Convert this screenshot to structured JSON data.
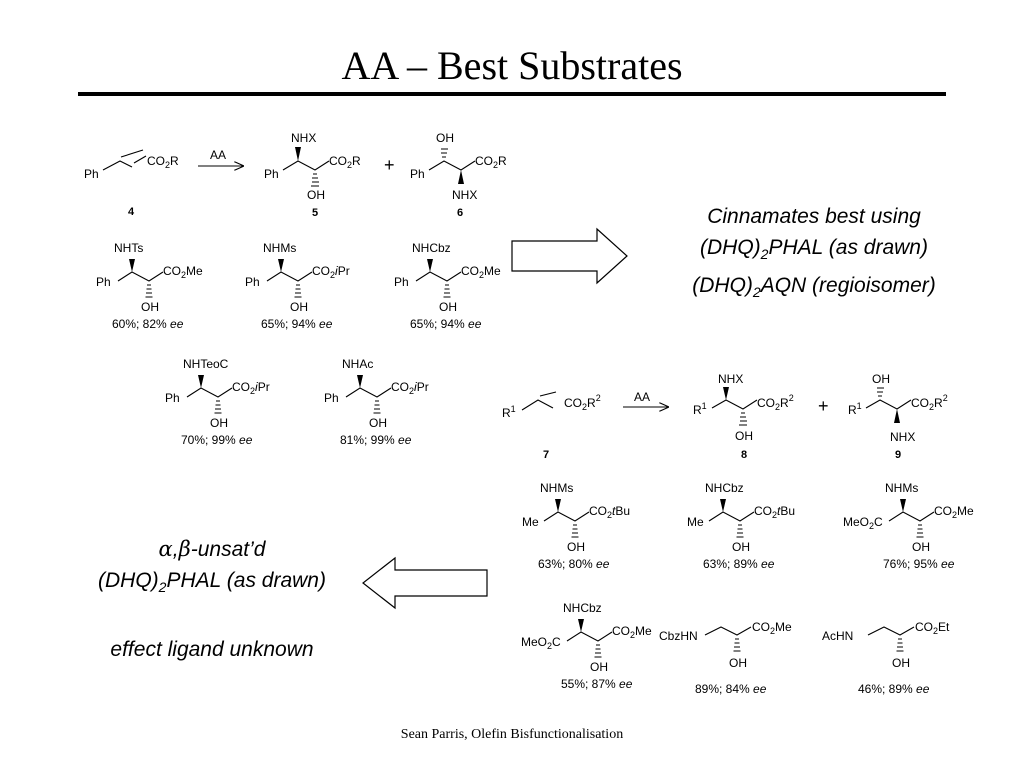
{
  "slide": {
    "title": "AA – Best Substrates",
    "footer": "Sean Parris, Olefin Bisfunctionalisation"
  },
  "note_right": {
    "line1": "Cinnamates best using",
    "line2_prefix": "(DHQ)",
    "line2_sub": "2",
    "line2_suffix": "PHAL (as drawn)",
    "line3_prefix": "(DHQ)",
    "line3_sub": "2",
    "line3_suffix": "AQN (regioisomer)"
  },
  "note_left": {
    "alpha": "α",
    "beta": "β",
    "line1_suffix": "-unsat’d",
    "line2_prefix": "(DHQ)",
    "line2_sub": "2",
    "line2_suffix": "PHAL (as drawn)",
    "line3": "effect ligand unknown"
  },
  "scheme1": {
    "reagent": "AA",
    "plus": "+",
    "sm": {
      "ph": "Ph",
      "ester_a": "CO",
      "ester_sub": "2",
      "ester_b": "R",
      "number": "4"
    },
    "p5": {
      "top": "NHX",
      "ph": "Ph",
      "ester_a": "CO",
      "ester_sub": "2",
      "ester_b": "R",
      "bottom": "OH",
      "number": "5"
    },
    "p6": {
      "top": "OH",
      "ph": "Ph",
      "ester_a": "CO",
      "ester_sub": "2",
      "ester_b": "R",
      "bottom": "NHX",
      "number": "6"
    }
  },
  "examples1": [
    {
      "top": "NHTs",
      "left": "Ph",
      "ester_a": "CO",
      "ester_sub": "2",
      "ester_b": "Me",
      "ester_b_italic": "",
      "bottom": "OH",
      "yield": "60%; 82%",
      "ee": "ee"
    },
    {
      "top": "NHMs",
      "left": "Ph",
      "ester_a": "CO",
      "ester_sub": "2",
      "ester_b": "Pr",
      "ester_b_italic": "i",
      "bottom": "OH",
      "yield": "65%; 94%",
      "ee": "ee"
    },
    {
      "top": "NHCbz",
      "left": "Ph",
      "ester_a": "CO",
      "ester_sub": "2",
      "ester_b": "Me",
      "ester_b_italic": "",
      "bottom": "OH",
      "yield": "65%; 94%",
      "ee": "ee"
    },
    {
      "top": "NHTeoC",
      "left": "Ph",
      "ester_a": "CO",
      "ester_sub": "2",
      "ester_b": "Pr",
      "ester_b_italic": "i",
      "bottom": "OH",
      "yield": "70%; 99%",
      "ee": "ee"
    },
    {
      "top": "NHAc",
      "left": "Ph",
      "ester_a": "CO",
      "ester_sub": "2",
      "ester_b": "Pr",
      "ester_b_italic": "i",
      "bottom": "OH",
      "yield": "81%; 99%",
      "ee": "ee"
    }
  ],
  "scheme2": {
    "reagent": "AA",
    "plus": "+",
    "sm": {
      "r1": "R",
      "r1_sup": "1",
      "ester_a": "CO",
      "ester_sub": "2",
      "ester_b": "R",
      "ester_sup": "2",
      "number": "7"
    },
    "p8": {
      "top": "NHX",
      "r1": "R",
      "r1_sup": "1",
      "ester_a": "CO",
      "ester_sub": "2",
      "ester_b": "R",
      "ester_sup": "2",
      "bottom": "OH",
      "number": "8"
    },
    "p9": {
      "top": "OH",
      "r1": "R",
      "r1_sup": "1",
      "ester_a": "CO",
      "ester_sub": "2",
      "ester_b": "R",
      "ester_sup": "2",
      "bottom": "NHX",
      "number": "9"
    }
  },
  "examples2": [
    {
      "top": "NHMs",
      "left": "Me",
      "ester_a": "CO",
      "ester_sub": "2",
      "ester_b": "Bu",
      "ester_b_italic": "t",
      "bottom": "OH",
      "yield": "63%; 80%",
      "ee": "ee"
    },
    {
      "top": "NHCbz",
      "left": "Me",
      "ester_a": "CO",
      "ester_sub": "2",
      "ester_b": "Bu",
      "ester_b_italic": "t",
      "bottom": "OH",
      "yield": "63%; 89%",
      "ee": "ee"
    },
    {
      "top": "NHMs",
      "left_a": "MeO",
      "left_sub": "2",
      "left_b": "C",
      "ester_a": "CO",
      "ester_sub": "2",
      "ester_b": "Me",
      "bottom": "OH",
      "yield": "76%; 95%",
      "ee": "ee"
    },
    {
      "top": "NHCbz",
      "left_a": "MeO",
      "left_sub": "2",
      "left_b": "C",
      "ester_a": "CO",
      "ester_sub": "2",
      "ester_b": "Me",
      "bottom": "OH",
      "yield": "55%; 87%",
      "ee": "ee"
    },
    {
      "left": "CbzHN",
      "ester_a": "CO",
      "ester_sub": "2",
      "ester_b": "Me",
      "bottom": "OH",
      "yield": "89%; 84%",
      "ee": "ee"
    },
    {
      "left": "AcHN",
      "ester_a": "CO",
      "ester_sub": "2",
      "ester_b": "Et",
      "bottom": "OH",
      "yield": "46%; 89%",
      "ee": "ee"
    }
  ]
}
